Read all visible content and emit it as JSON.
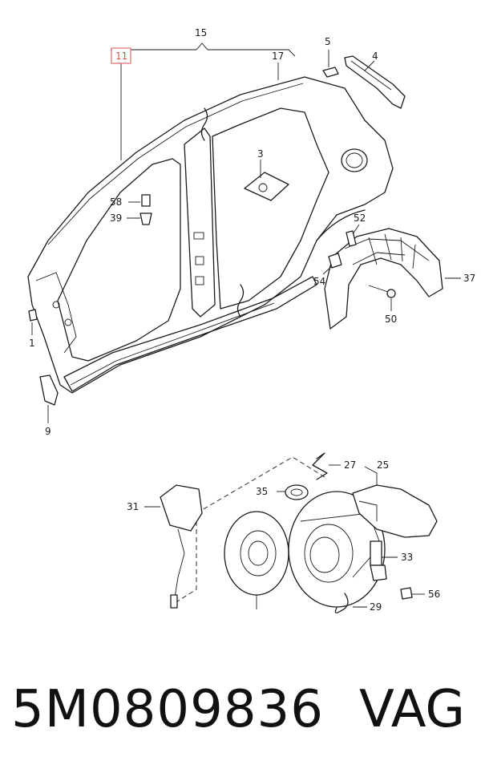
{
  "callouts": {
    "c15": "15",
    "c11": "11",
    "c17": "17",
    "c5": "5",
    "c4": "4",
    "c3": "3",
    "c58": "58",
    "c39": "39",
    "c52": "52",
    "c37": "37",
    "c54": "54",
    "c50": "50",
    "c1": "1",
    "c9": "9",
    "c27": "27",
    "c25": "25",
    "c35": "35",
    "c31": "31",
    "c33": "33",
    "c56": "56",
    "c29": "29"
  },
  "highlight_color": "#d9534f",
  "footer": {
    "part_number": "5M0809836",
    "brand": "VAG"
  }
}
